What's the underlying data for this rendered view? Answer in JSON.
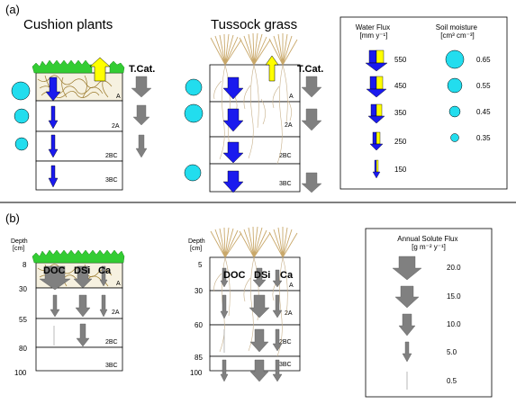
{
  "panel_labels": {
    "a": "(a)",
    "b": "(b)"
  },
  "titles": {
    "cushion": "Cushion plants",
    "tussock": "Tussock grass"
  },
  "transcat_label": "T.Cat.",
  "horizons": {
    "A": "A",
    "2A": "2A",
    "2BC": "2BC",
    "3BC": "3BC"
  },
  "depth_label": [
    "Depth",
    "[cm]"
  ],
  "cushion_depths": [
    "8",
    "30",
    "55",
    "80",
    "100"
  ],
  "tussock_depths": [
    "5",
    "30",
    "60",
    "85",
    "100"
  ],
  "solutes": {
    "doc": "DOC",
    "dsi": "DSi",
    "ca": "Ca"
  },
  "legend_water": {
    "title": [
      "Water Flux",
      "[mm y⁻¹]"
    ],
    "values": [
      "550",
      "450",
      "350",
      "250",
      "150"
    ]
  },
  "legend_soil": {
    "title": [
      "Soil moisture",
      "[cm³ cm⁻³]"
    ],
    "values": [
      "0.65",
      "0.55",
      "0.45",
      "0.35"
    ]
  },
  "legend_solute": {
    "title": [
      "Annual Solute Flux",
      "[g m⁻² y⁻¹]"
    ],
    "values": [
      "20.0",
      "15.0",
      "10.0",
      "5.0",
      "0.5"
    ]
  },
  "colors": {
    "water_blue": "#1a1aee",
    "yellow": "#ffff00",
    "arrow_gray": "#808080",
    "moisture_cyan": "#22ddee",
    "cushion_green": "#33cc33",
    "root_brown": "#b8962e"
  }
}
